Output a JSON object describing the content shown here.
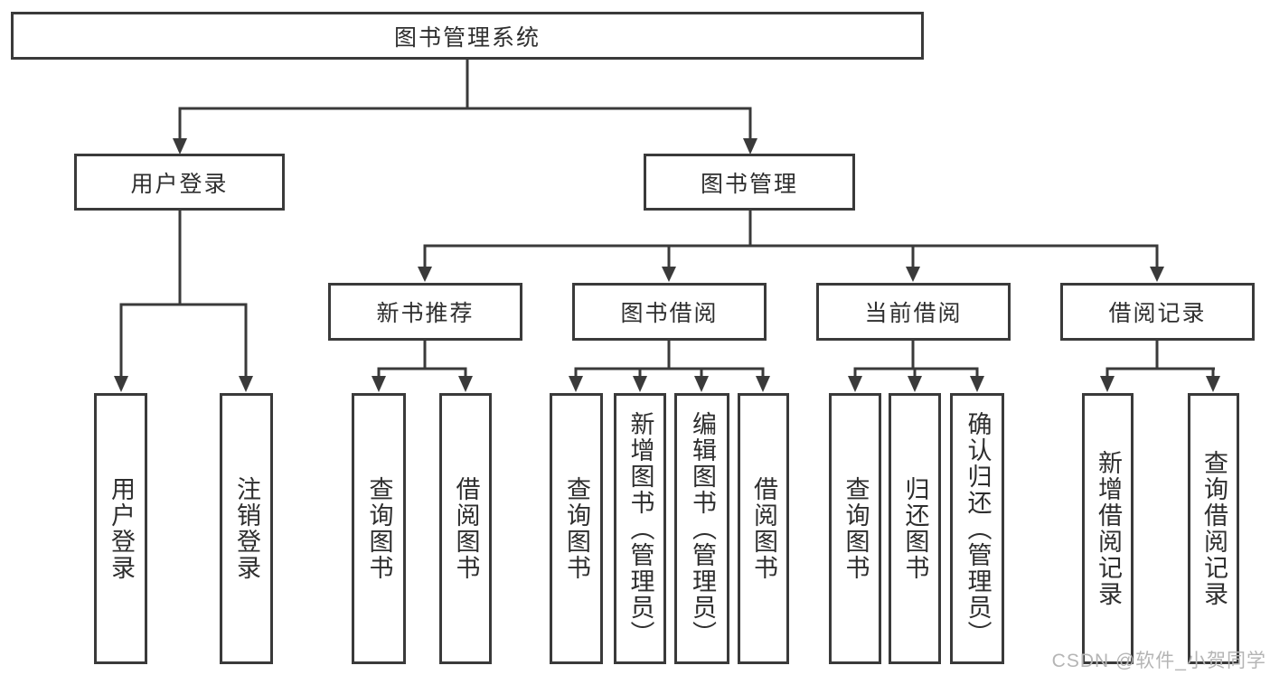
{
  "tree": {
    "root": {
      "label": "图书管理系统"
    },
    "branches": [
      {
        "label": "用户登录",
        "children": [
          {
            "label": "用户登录"
          },
          {
            "label": "注销登录"
          }
        ]
      },
      {
        "label": "图书管理",
        "children": [
          {
            "label": "新书推荐",
            "children": [
              {
                "label": "查询图书"
              },
              {
                "label": "借阅图书"
              }
            ]
          },
          {
            "label": "图书借阅",
            "children": [
              {
                "label": "查询图书"
              },
              {
                "label": "新增图书（管理员）"
              },
              {
                "label": "编辑图书（管理员）"
              },
              {
                "label": "借阅图书"
              }
            ]
          },
          {
            "label": "当前借阅",
            "children": [
              {
                "label": "查询图书"
              },
              {
                "label": "归还图书"
              },
              {
                "label": "确认归还（管理员）"
              }
            ]
          },
          {
            "label": "借阅记录",
            "children": [
              {
                "label": "新增借阅记录"
              },
              {
                "label": "查询借阅记录"
              }
            ]
          }
        ]
      }
    ]
  },
  "watermark": "CSDN @软件_小贺同学",
  "colors": {
    "line": "#3a3a3a",
    "box_border": "#3a3a3a",
    "box_bg": "#ffffff",
    "text": "#2e2e2e",
    "watermark": "#b5b5b5"
  }
}
